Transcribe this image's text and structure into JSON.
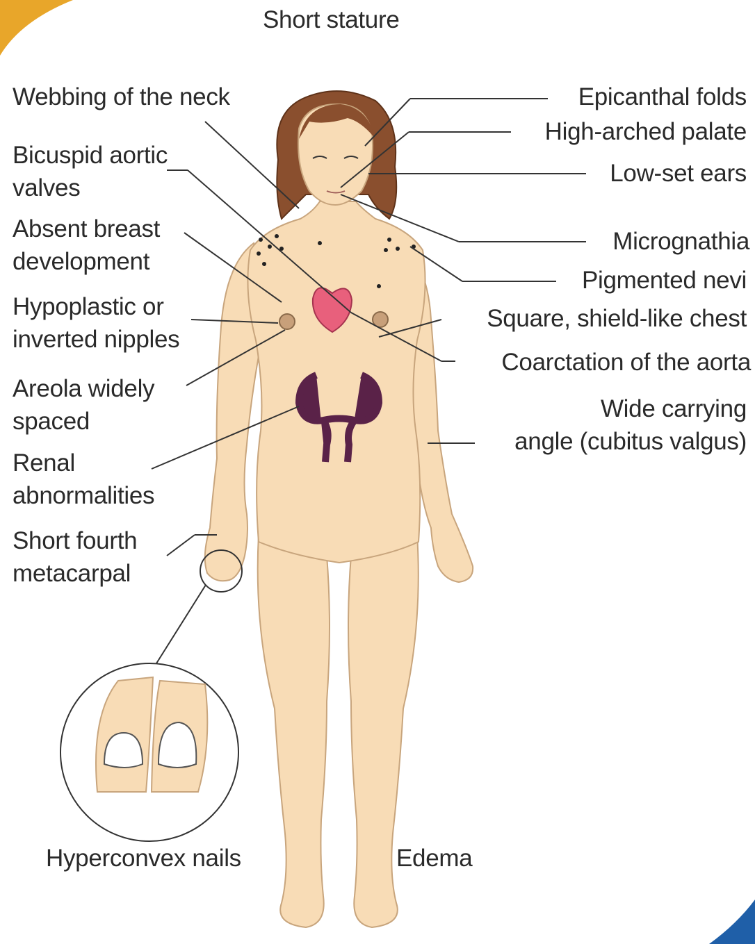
{
  "title": "Short stature",
  "colors": {
    "skin": "#f8dcb6",
    "skin_outline": "#c8a57d",
    "hair": "#8a4f2e",
    "heart": "#e8607c",
    "kidney": "#5a2248",
    "nipple": "#b9906a",
    "corner_gold": "#e8a62a",
    "corner_blue": "#1f5fa8",
    "leader_line": "#333333"
  },
  "labels_left": [
    {
      "id": "webbing",
      "lines": [
        "Webbing of the neck"
      ]
    },
    {
      "id": "bicuspid",
      "lines": [
        "Bicuspid aortic",
        "valves"
      ]
    },
    {
      "id": "breast",
      "lines": [
        "Absent breast",
        "development"
      ]
    },
    {
      "id": "nipples",
      "lines": [
        "Hypoplastic or",
        "inverted nipples"
      ]
    },
    {
      "id": "areola",
      "lines": [
        "Areola widely",
        "spaced"
      ]
    },
    {
      "id": "renal",
      "lines": [
        "Renal",
        "abnormalities"
      ]
    },
    {
      "id": "metacarpal",
      "lines": [
        "Short fourth",
        "metacarpal"
      ]
    }
  ],
  "labels_right": [
    {
      "id": "epicanthal",
      "lines": [
        "Epicanthal folds"
      ]
    },
    {
      "id": "palate",
      "lines": [
        "High-arched palate"
      ]
    },
    {
      "id": "ears",
      "lines": [
        "Low-set ears"
      ]
    },
    {
      "id": "micrognathia",
      "lines": [
        "Micrognathia"
      ]
    },
    {
      "id": "nevi",
      "lines": [
        "Pigmented nevi"
      ]
    },
    {
      "id": "chest",
      "lines": [
        "Square, shield-like chest"
      ]
    },
    {
      "id": "coarctation",
      "lines": [
        "Coarctation of the aorta"
      ]
    },
    {
      "id": "cubitus",
      "lines": [
        "Wide carrying",
        "angle (cubitus valgus)"
      ]
    }
  ],
  "labels_bottom": {
    "nails": "Hyperconvex nails",
    "edema": "Edema"
  }
}
